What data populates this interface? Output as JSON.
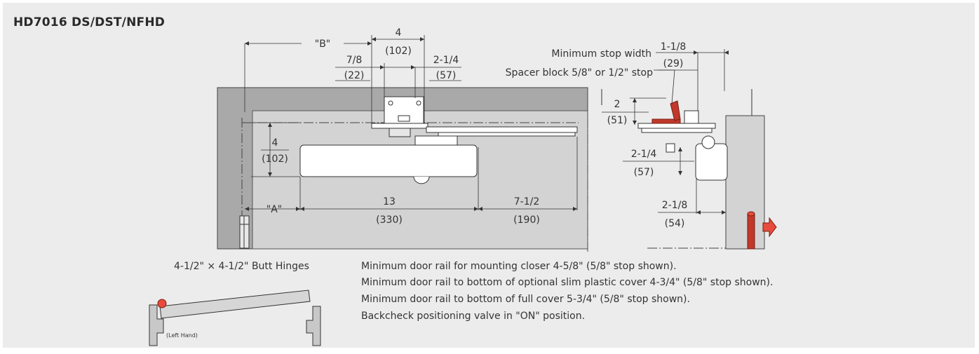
{
  "title": "HD7016 DS/DST/NFHD",
  "front": {
    "dim_b": "\"B\"",
    "dim_4": "4",
    "dim_102": "(102)",
    "dim_7_8": "7/8",
    "dim_22": "(22)",
    "dim_2_1_4": "2-1/4",
    "dim_57": "(57)",
    "dim_4_left": "4",
    "dim_102_left": "(102)",
    "dim_a": "\"A\"",
    "dim_13": "13",
    "dim_330": "(330)",
    "dim_7_1_2": "7-1/2",
    "dim_190": "(190)",
    "hinge_label": "4-1/2\" × 4-1/2\" Butt Hinges"
  },
  "side": {
    "min_stop_label": "Minimum stop width",
    "dim_1_1_8": "1-1/8",
    "dim_29": "(29)",
    "spacer_label": "Spacer block 5/8\" or 1/2\" stop",
    "dim_2": "2",
    "dim_51": "(51)",
    "dim_2_1_4": "2-1/4",
    "dim_57": "(57)",
    "dim_2_1_8": "2-1/8",
    "dim_54": "(54)"
  },
  "plan": {
    "hand_label": "(Left Hand)"
  },
  "notes": [
    "Minimum door rail for mounting closer 4-5/8\" (5/8\" stop shown).",
    "Minimum door rail to bottom of optional slim plastic cover 4-3/4\" (5/8\" stop shown).",
    "Minimum door rail to bottom of full cover 5-3/4\" (5/8\" stop shown).",
    "Backcheck positioning valve in \"ON\" position."
  ],
  "colors": {
    "panel_background": "#ececec",
    "frame": "#a9a9a9",
    "door": "#d3d3d3",
    "accent_red": "#c0392b"
  }
}
